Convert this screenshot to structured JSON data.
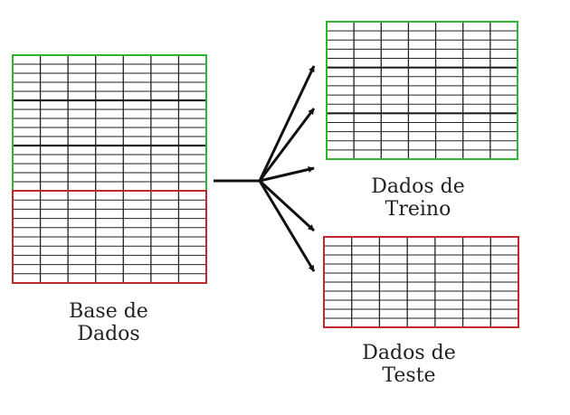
{
  "colors": {
    "grid_line": "#222222",
    "train_border": "#2fb52f",
    "test_border": "#c0292b",
    "arrow": "#111111",
    "text": "#222222"
  },
  "database": {
    "label_line1": "Base de",
    "label_line2": "Dados"
  },
  "training": {
    "label_line1": "Dados de",
    "label_line2": "Treino"
  },
  "testing": {
    "label_line1": "Dados de",
    "label_line2": "Teste"
  }
}
